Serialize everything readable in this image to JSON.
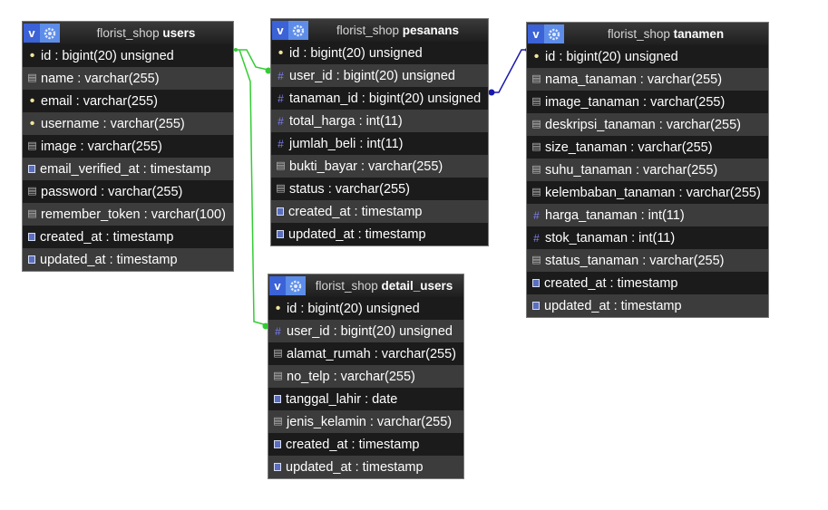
{
  "db_name": "florist_shop",
  "colors": {
    "relation_users": "#33cc33",
    "relation_tanamen": "#1a1aaa"
  },
  "tables": {
    "users": {
      "name": "users",
      "fields": [
        {
          "text": "id : bigint(20) unsigned",
          "icon": "key-icon"
        },
        {
          "text": "name : varchar(255)",
          "icon": "text-field-icon"
        },
        {
          "text": "email : varchar(255)",
          "icon": "key-icon"
        },
        {
          "text": "username : varchar(255)",
          "icon": "key-icon"
        },
        {
          "text": "image : varchar(255)",
          "icon": "text-field-icon"
        },
        {
          "text": "email_verified_at : timestamp",
          "icon": "calendar-icon"
        },
        {
          "text": "password : varchar(255)",
          "icon": "text-field-icon"
        },
        {
          "text": "remember_token : varchar(100)",
          "icon": "text-field-icon"
        },
        {
          "text": "created_at : timestamp",
          "icon": "calendar-icon"
        },
        {
          "text": "updated_at : timestamp",
          "icon": "calendar-icon"
        }
      ]
    },
    "pesanans": {
      "name": "pesanans",
      "fields": [
        {
          "text": "id : bigint(20) unsigned",
          "icon": "key-icon"
        },
        {
          "text": "user_id : bigint(20) unsigned",
          "icon": "numeric-icon"
        },
        {
          "text": "tanaman_id : bigint(20) unsigned",
          "icon": "numeric-icon"
        },
        {
          "text": "total_harga : int(11)",
          "icon": "numeric-icon"
        },
        {
          "text": "jumlah_beli : int(11)",
          "icon": "numeric-icon"
        },
        {
          "text": "bukti_bayar : varchar(255)",
          "icon": "text-field-icon"
        },
        {
          "text": "status : varchar(255)",
          "icon": "text-field-icon"
        },
        {
          "text": "created_at : timestamp",
          "icon": "calendar-icon"
        },
        {
          "text": "updated_at : timestamp",
          "icon": "calendar-icon"
        }
      ]
    },
    "tanamen": {
      "name": "tanamen",
      "fields": [
        {
          "text": "id : bigint(20) unsigned",
          "icon": "key-icon"
        },
        {
          "text": "nama_tanaman : varchar(255)",
          "icon": "text-field-icon"
        },
        {
          "text": "image_tanaman : varchar(255)",
          "icon": "text-field-icon"
        },
        {
          "text": "deskripsi_tanaman : varchar(255)",
          "icon": "text-field-icon"
        },
        {
          "text": "size_tanaman : varchar(255)",
          "icon": "text-field-icon"
        },
        {
          "text": "suhu_tanaman : varchar(255)",
          "icon": "text-field-icon"
        },
        {
          "text": "kelembaban_tanaman : varchar(255)",
          "icon": "text-field-icon"
        },
        {
          "text": "harga_tanaman : int(11)",
          "icon": "numeric-icon"
        },
        {
          "text": "stok_tanaman : int(11)",
          "icon": "numeric-icon"
        },
        {
          "text": "status_tanaman : varchar(255)",
          "icon": "text-field-icon"
        },
        {
          "text": "created_at : timestamp",
          "icon": "calendar-icon"
        },
        {
          "text": "updated_at : timestamp",
          "icon": "calendar-icon"
        }
      ]
    },
    "detail_users": {
      "name": "detail_users",
      "fields": [
        {
          "text": "id : bigint(20) unsigned",
          "icon": "key-icon"
        },
        {
          "text": "user_id : bigint(20) unsigned",
          "icon": "numeric-icon"
        },
        {
          "text": "alamat_rumah : varchar(255)",
          "icon": "text-field-icon"
        },
        {
          "text": "no_telp : varchar(255)",
          "icon": "text-field-icon"
        },
        {
          "text": "tanggal_lahir : date",
          "icon": "calendar-icon"
        },
        {
          "text": "jenis_kelamin : varchar(255)",
          "icon": "text-field-icon"
        },
        {
          "text": "created_at : timestamp",
          "icon": "calendar-icon"
        },
        {
          "text": "updated_at : timestamp",
          "icon": "calendar-icon"
        }
      ]
    }
  }
}
